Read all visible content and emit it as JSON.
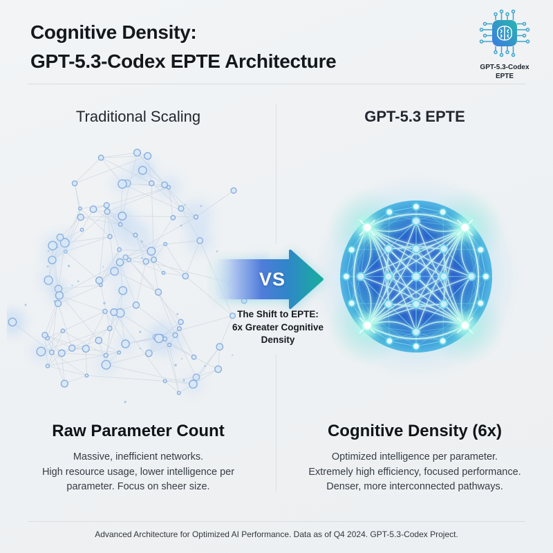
{
  "header": {
    "title_line1": "Cognitive Density:",
    "title_line2": "GPT-5.3-Codex EPTE Architecture",
    "logo": {
      "icon": "brain-chip-icon",
      "label_line1": "GPT-5.3-Codex",
      "label_line2": "EPTE"
    }
  },
  "comparison": {
    "left": {
      "heading": "Traditional Scaling",
      "caption_title": "Raw Parameter Count",
      "caption_lines": [
        "Massive, inefficient networks.",
        "High resource usage, lower intelligence per",
        "parameter. Focus on sheer size."
      ]
    },
    "right": {
      "heading": "GPT-5.3 EPTE",
      "caption_title": "Cognitive Density (6x)",
      "caption_lines": [
        "Optimized intelligence per parameter.",
        "Extremely high efficiency, focused performance.",
        "Denser, more interconnected pathways."
      ]
    },
    "versus": {
      "label": "VS",
      "caption_lines": [
        "The Shift to EPTE:",
        "6x Greater Cognitive",
        "Density"
      ]
    }
  },
  "footer": {
    "text": "Advanced Architecture for Optimized AI Performance. Data as of Q4 2024. GPT-5.3-Codex Project."
  },
  "colors": {
    "background": "#f0f2f4",
    "title_text": "#14171b",
    "divider": "#d9dce1",
    "arrow_fade": "#eef1f5",
    "arrow_light_blue": "#a9c0ee",
    "arrow_blue": "#4f7cda",
    "arrow_blue_teal": "#2f86c8",
    "arrow_teal": "#18ad9e",
    "sparse_node_fill": "#d9e8f8",
    "sparse_node_stroke": "#84abdc",
    "sparse_halo": "#c7dcf4",
    "sparse_edge": "#c6d1df",
    "sparse_dot": "#9cbce2",
    "dense_glow": "#82cdf5",
    "dense_core_mid": "#2b63ca",
    "dense_core_inner": "#3a7ad8",
    "dense_core_rim": "#48b0e0",
    "dense_teal_tint": "#4fe0c8",
    "dense_line": "#7fdcee",
    "dense_bright_line": "#cdf9f0",
    "dense_node_fill": "#cdeefb",
    "dense_node_stroke": "#74d6ec",
    "dense_outer_node_fill": "#e6f9fe",
    "dense_outer_node_stroke": "#5ecfe6",
    "dense_hub_glow": "#b3fbea",
    "dense_hub_core": "#ffffff",
    "logo_gradient_start": "#3b7ce0",
    "logo_gradient_end": "#2ab5ae",
    "logo_trace": "#3aa3cc"
  }
}
